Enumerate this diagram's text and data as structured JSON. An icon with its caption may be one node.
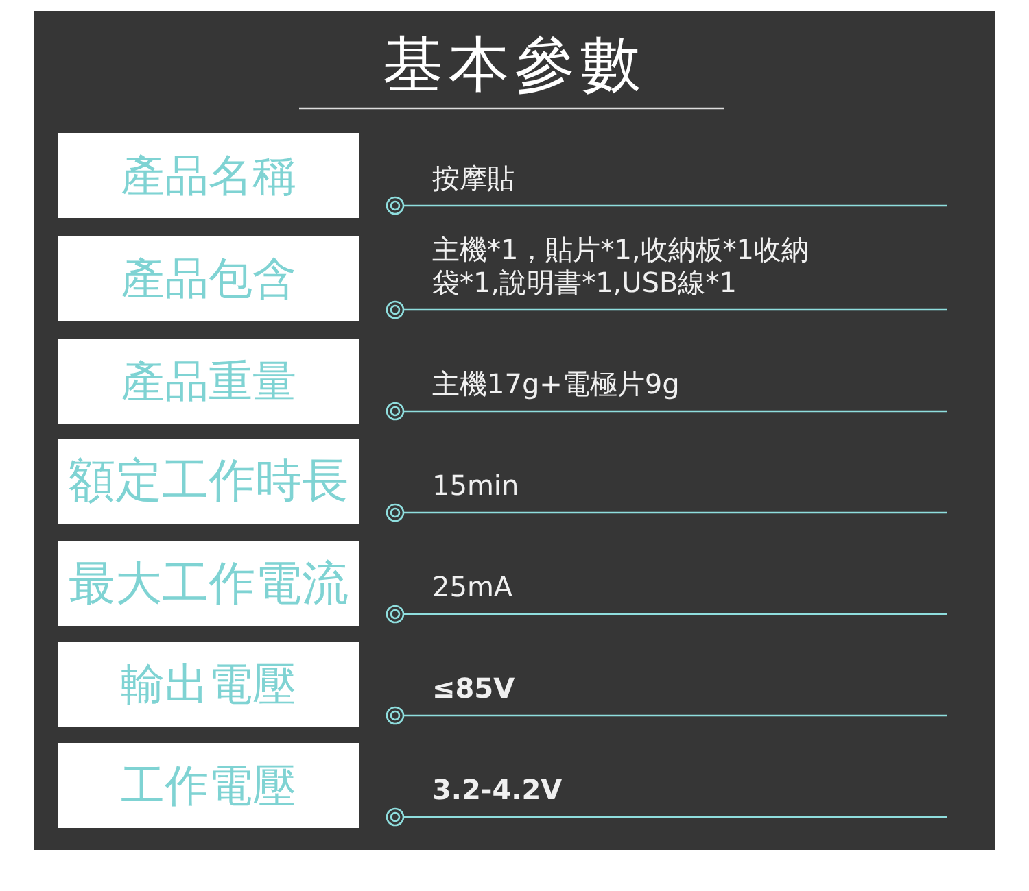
{
  "diagram": {
    "title": "基本參數",
    "nodes": [
      {
        "text": [
          "產品名稱"
        ]
      },
      {
        "text": [
          "產品包含"
        ]
      },
      {
        "text": [
          "產品重量"
        ]
      },
      {
        "text": [
          "額定工作時長"
        ]
      },
      {
        "text": [
          "最大工作電流"
        ]
      },
      {
        "text": [
          "輸出電壓"
        ]
      },
      {
        "text": [
          "工作電壓"
        ]
      }
    ],
    "labels": [
      "按摩貼",
      "主機*1，貼片*1,收納板*1收納袋*1,說明書*1,USB線*1",
      "主機17g+電極片9g",
      "15min",
      "25mA",
      "≤85V",
      "3.2-4.2V"
    ]
  }
}
